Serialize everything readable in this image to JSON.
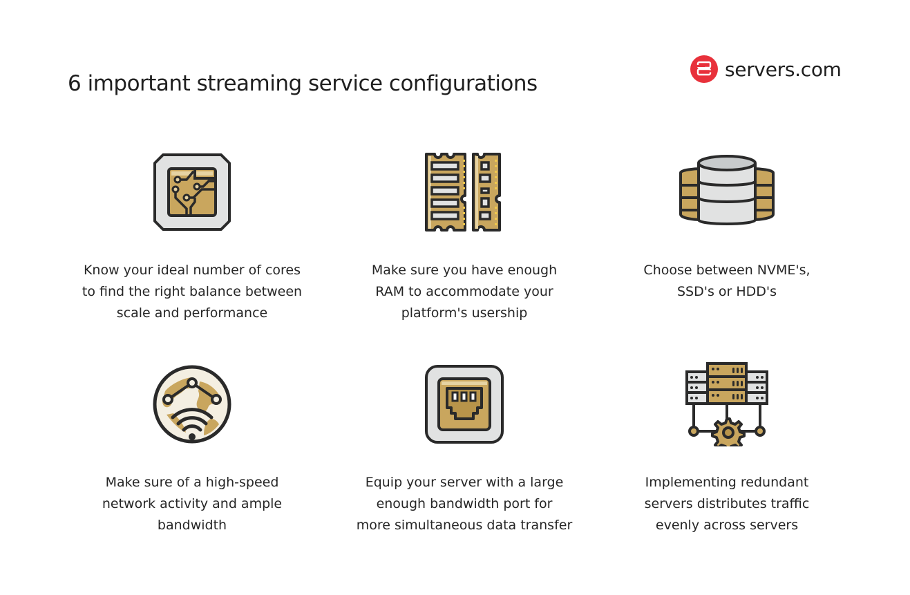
{
  "header": {
    "title": "6 important streaming service configurations",
    "logo_text": "servers.com",
    "logo_color": "#e8313b"
  },
  "palette": {
    "gold": "#c9a65e",
    "gold_light": "#e6d3a3",
    "gray": "#e1e2e2",
    "outline": "#2a2a2a"
  },
  "cards": [
    {
      "icon": "cpu-chip-icon",
      "text": "Know your ideal number of cores to find the right balance between scale and performance",
      "lines": [
        "Know your ideal number of cores",
        "to find the right balance between",
        "scale and performance"
      ]
    },
    {
      "icon": "ram-memory-icon",
      "text": "Make sure you have enough RAM to accommodate your platform's usership",
      "lines": [
        "Make sure you have enough",
        "RAM to accommodate your",
        "platform's usership"
      ]
    },
    {
      "icon": "storage-disks-icon",
      "text": "Choose between NVME's, SSD's or HDD's",
      "lines": [
        "Choose between NVME's,",
        "SSD's or HDD's"
      ]
    },
    {
      "icon": "global-network-wifi-icon",
      "text": "Make sure of a high-speed network activity and ample bandwidth",
      "lines": [
        "Make sure of a high-speed",
        "network activity and ample",
        "bandwidth"
      ]
    },
    {
      "icon": "ethernet-port-icon",
      "text": "Equip your server with a large enough bandwidth port for more simultaneous data transfer",
      "lines": [
        "Equip your server with a large",
        "enough bandwidth port for",
        "more simultaneous data transfer"
      ]
    },
    {
      "icon": "redundant-servers-icon",
      "text": "Implementing redundant servers distributes traffic evenly across servers",
      "lines": [
        "Implementing redundant",
        "servers distributes traffic",
        "evenly across servers"
      ]
    }
  ]
}
